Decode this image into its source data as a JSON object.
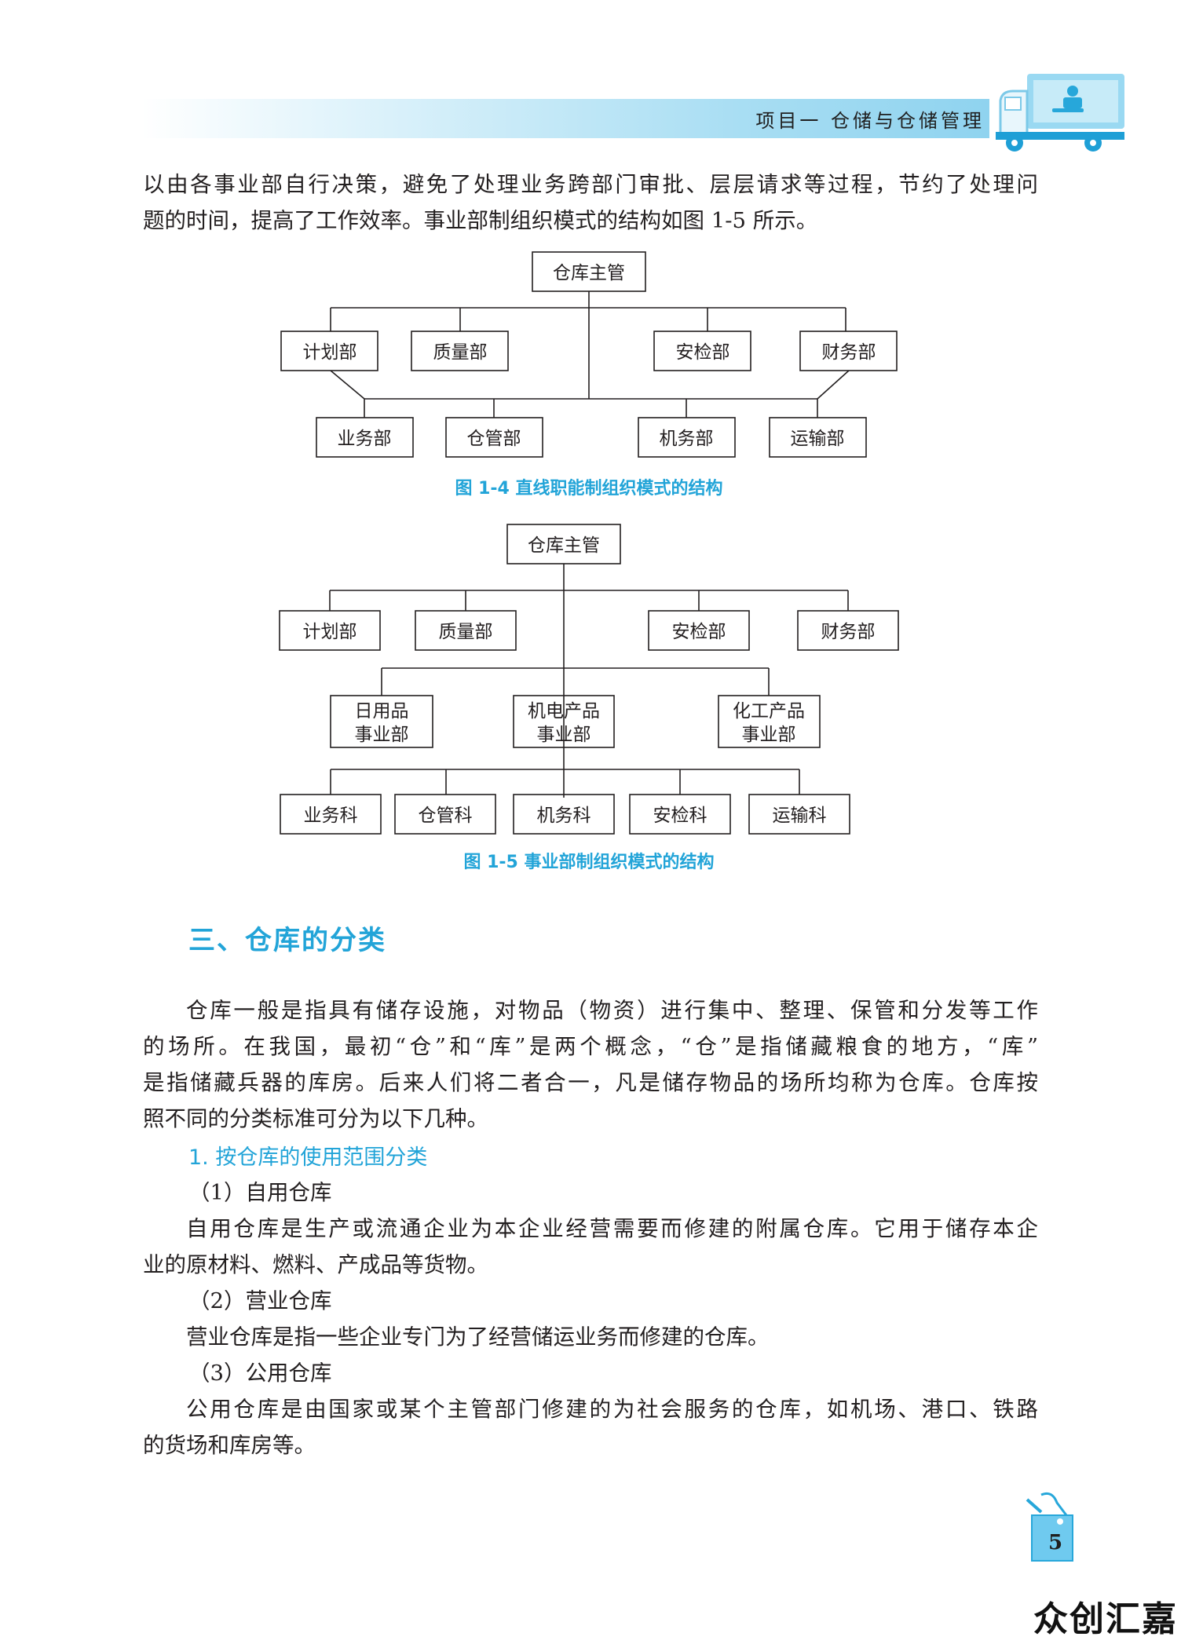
{
  "header": {
    "title": "项目一 仓储与仓储管理",
    "truck_icon": "delivery-truck-icon"
  },
  "intro": {
    "line1": "以由各事业部自行决策，避免了处理业务跨部门审批、层层请求等过程，节约了处理问",
    "line2": "题的时间，提高了工作效率。事业部制组织模式的结构如图 1-5 所示。"
  },
  "figure_1_4": {
    "top": "仓库主管",
    "row1": [
      "计划部",
      "质量部",
      "安检部",
      "财务部"
    ],
    "row2": [
      "业务部",
      "仓管部",
      "机务部",
      "运输部"
    ],
    "caption": "图 1-4 直线职能制组织模式的结构"
  },
  "figure_1_5": {
    "top": "仓库主管",
    "row1": [
      "计划部",
      "质量部",
      "安检部",
      "财务部"
    ],
    "divisions": [
      [
        "日用品",
        "事业部"
      ],
      [
        "机电产品",
        "事业部"
      ],
      [
        "化工产品",
        "事业部"
      ]
    ],
    "row3": [
      "业务科",
      "仓管科",
      "机务科",
      "安检科",
      "运输科"
    ],
    "caption": "图 1-5 事业部制组织模式的结构"
  },
  "section": {
    "title": "三、仓库的分类",
    "p1": [
      "仓库一般是指具有储存设施，对物品（物资）进行集中、整理、保管和分发等工作",
      "的场所。在我国，最初“仓”和“库”是两个概念，“仓”是指储藏粮食的地方，“库”",
      "是指储藏兵器的库房。后来人们将二者合一，凡是储存物品的场所均称为仓库。仓库按",
      "照不同的分类标准可分为以下几种。"
    ],
    "sub1": "1. 按仓库的使用范围分类",
    "item1_title": "（1）自用仓库",
    "item1_text": [
      "自用仓库是生产或流通企业为本企业经营需要而修建的附属仓库。它用于储存本企",
      "业的原材料、燃料、产成品等货物。"
    ],
    "item2_title": "（2）营业仓库",
    "item2_text": "营业仓库是指一些企业专门为了经营储运业务而修建的仓库。",
    "item3_title": "（3）公用仓库",
    "item3_text": [
      "公用仓库是由国家或某个主管部门修建的为社会服务的仓库，如机场、港口、铁路",
      "的货场和库房等。"
    ]
  },
  "footer": {
    "page_number": "5",
    "watermark": "众创汇嘉"
  }
}
